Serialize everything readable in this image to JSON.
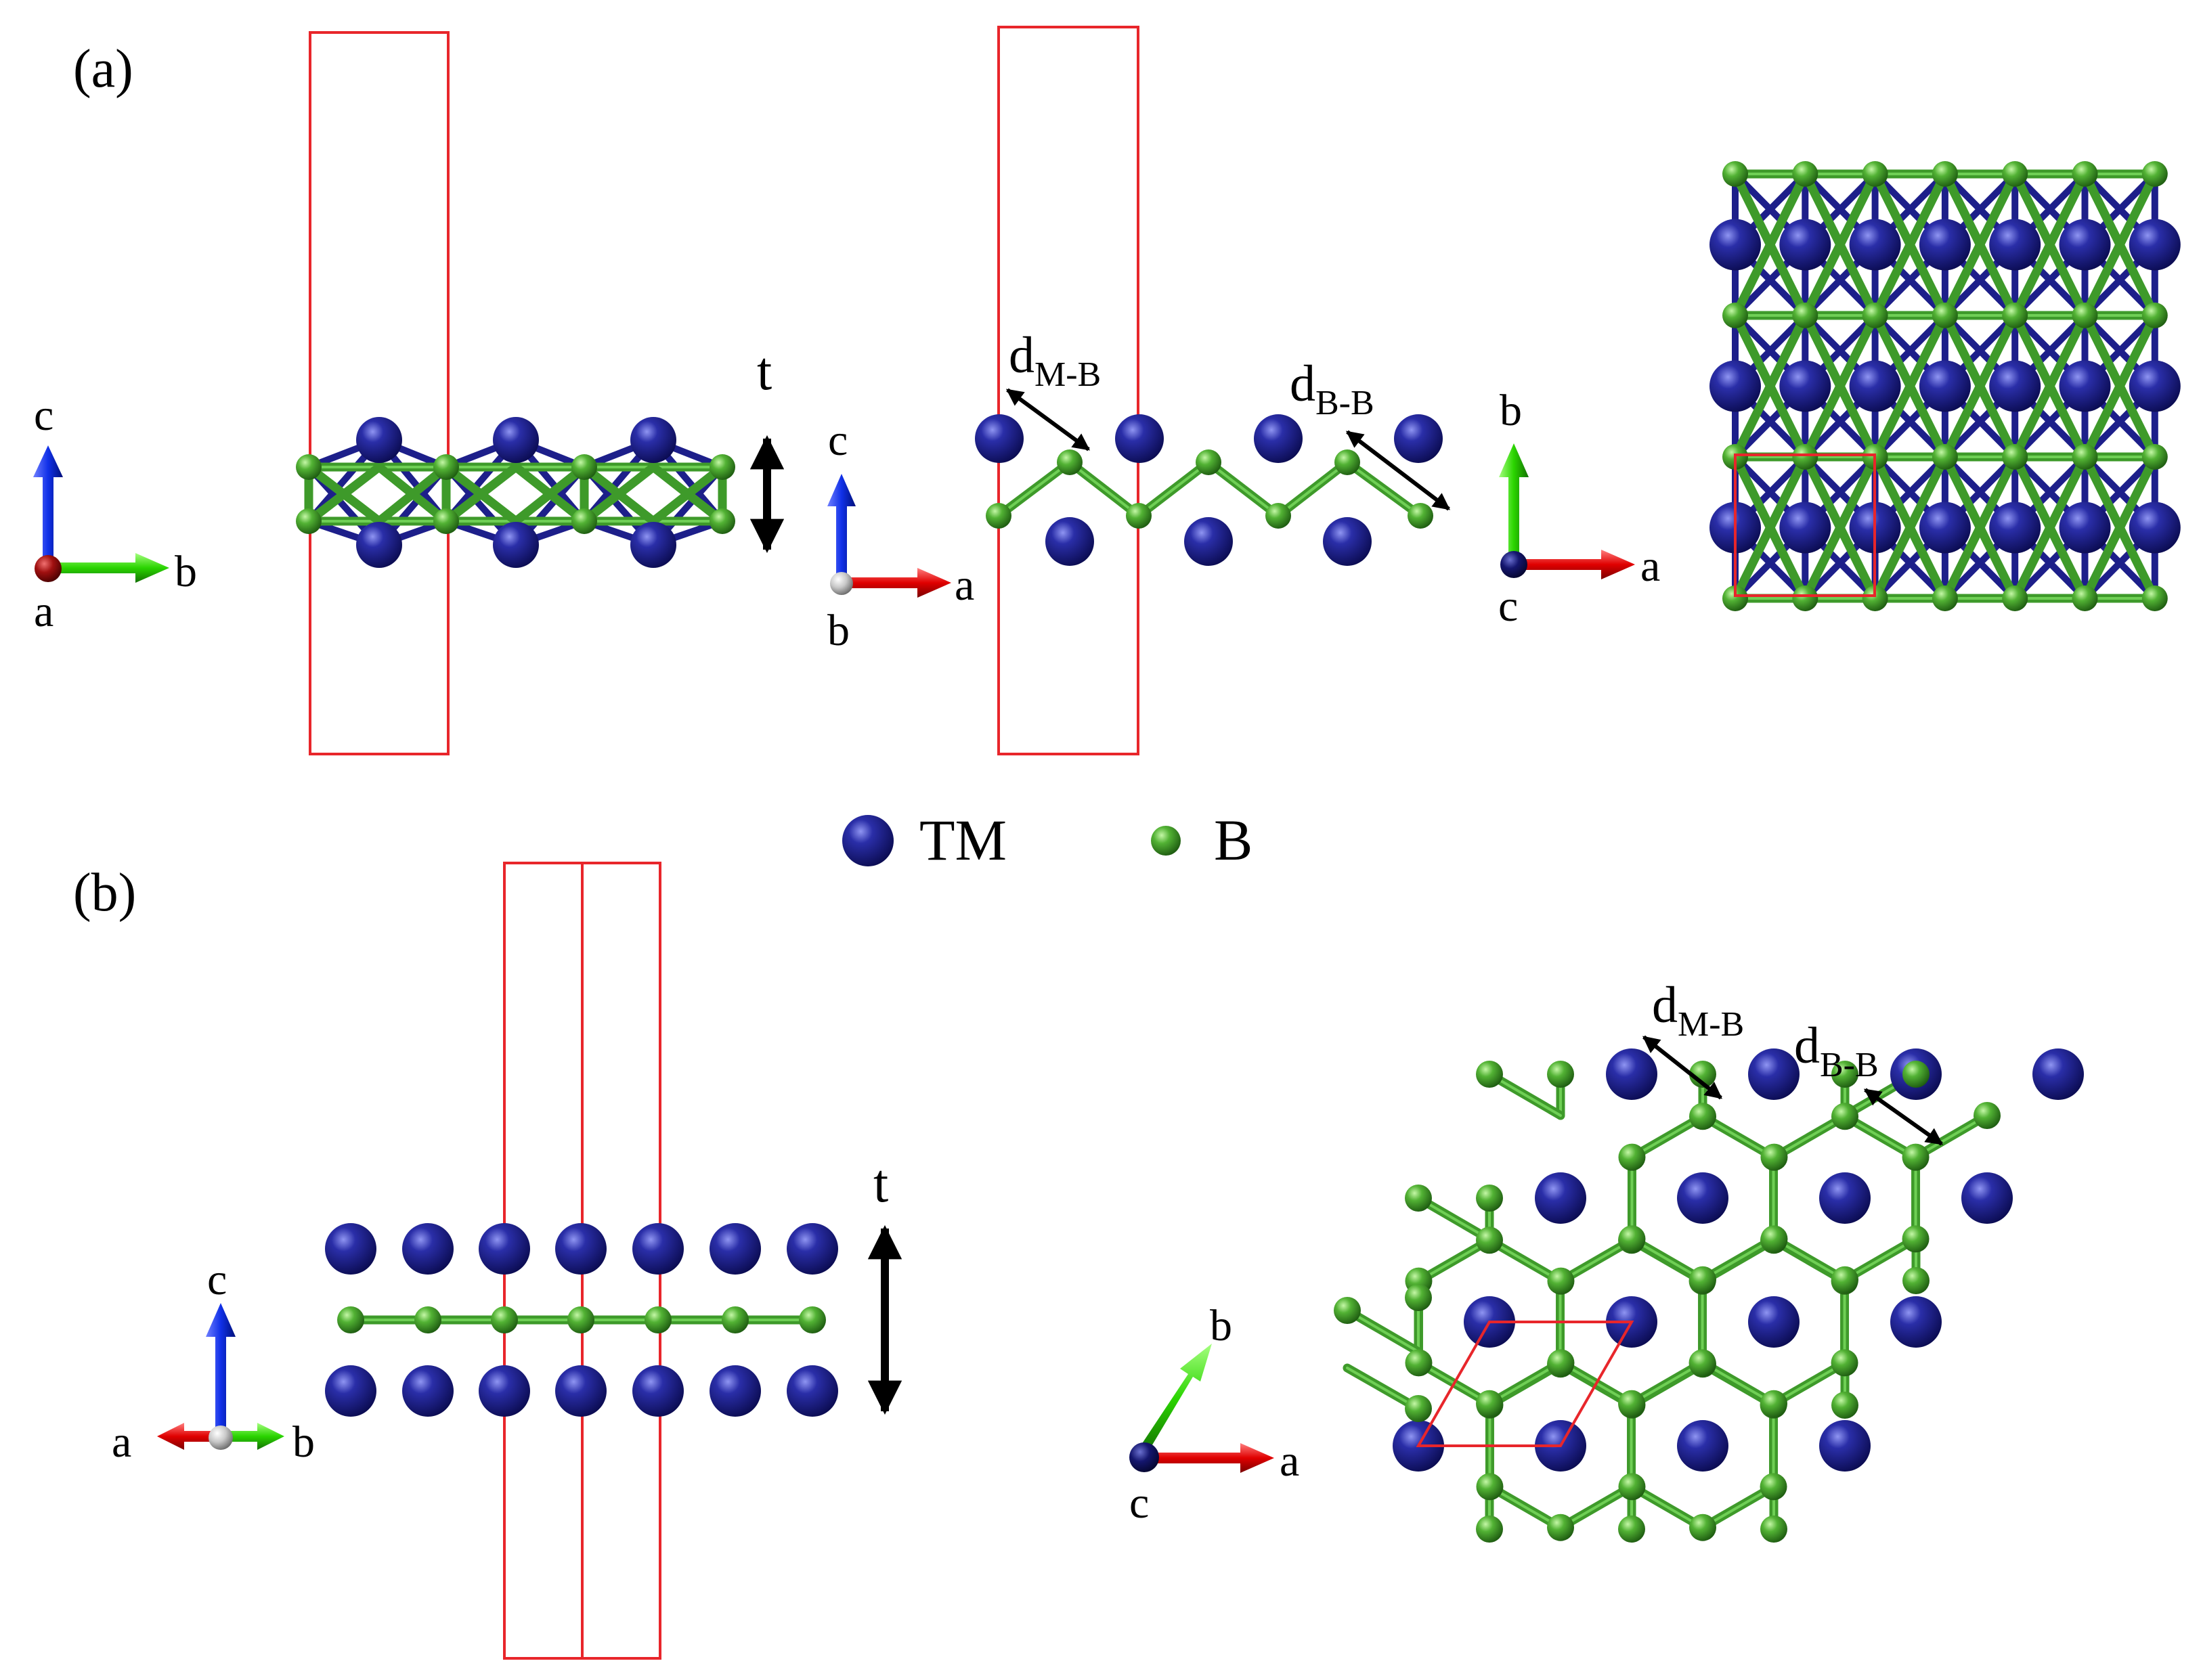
{
  "panel_a": {
    "label": "(a)",
    "axes_side": {
      "up": "c",
      "right": "b",
      "out": "a"
    },
    "axes_mid": {
      "up": "c",
      "right": "a",
      "out": "b"
    },
    "axes_top": {
      "up": "b",
      "right": "a",
      "out": "c"
    },
    "thickness_label": "t",
    "d_mb": {
      "main": "d",
      "sub": "M-B"
    },
    "d_bb": {
      "main": "d",
      "sub": "B-B"
    }
  },
  "legend": {
    "tm_label": "TM",
    "b_label": "B",
    "tm_color": "#1d1f8a",
    "b_color": "#3e9a2a",
    "cell_color": "#e8262b"
  },
  "panel_b": {
    "label": "(b)",
    "axes_side": {
      "up": "c",
      "left": "a",
      "right": "b"
    },
    "axes_top": {
      "up": "b",
      "right": "a",
      "out": "c"
    },
    "thickness_label": "t",
    "d_mb": {
      "main": "d",
      "sub": "M-B"
    },
    "d_bb": {
      "main": "d",
      "sub": "B-B"
    }
  }
}
